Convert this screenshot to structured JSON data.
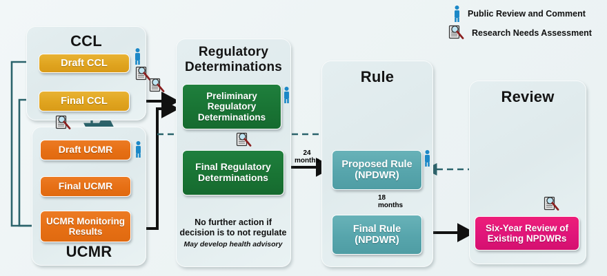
{
  "legend": {
    "items": [
      {
        "icon": "person-icon",
        "label": "Public Review and Comment"
      },
      {
        "icon": "research-document-icon",
        "label": "Research Needs Assessment"
      }
    ]
  },
  "panels": [
    {
      "id": "ccl",
      "title": "CCL",
      "title_pos": "top"
    },
    {
      "id": "ucmr",
      "title": "UCMR",
      "title_pos": "bottom"
    },
    {
      "id": "regdet",
      "title": "Regulatory\nDeterminations",
      "title_line1": "Regulatory",
      "title_line2": "Determinations",
      "title_pos": "top"
    },
    {
      "id": "rule",
      "title": "Rule",
      "title_pos": "top"
    },
    {
      "id": "review",
      "title": "Review",
      "title_pos": "top"
    }
  ],
  "boxes": {
    "draft_ccl": "Draft CCL",
    "final_ccl": "Final CCL",
    "draft_ucmr": "Draft UCMR",
    "final_ucmr": "Final UCMR",
    "ucmr_monitoring_l1": "UCMR Monitoring",
    "ucmr_monitoring_l2": "Results",
    "prelim_regdet_l1": "Preliminary",
    "prelim_regdet_l2": "Regulatory",
    "prelim_regdet_l3": "Determinations",
    "final_regdet_l1": "Final Regulatory",
    "final_regdet_l2": "Determinations",
    "proposed_rule_l1": "Proposed Rule",
    "proposed_rule_l2": "(NPDWR)",
    "final_rule_l1": "Final Rule",
    "final_rule_l2": "(NPDWR)",
    "six_year_l1": "Six-Year Review of",
    "six_year_l2": "Existing NPDWRs"
  },
  "notes": {
    "no_action_l1": "No further action if",
    "no_action_l2": "decision is to not regulate",
    "no_action_italic": "May develop health advisory"
  },
  "edge_labels": {
    "months_24_num": "24",
    "months_24_unit": "months",
    "months_18_num": "18",
    "months_18_unit": "months"
  },
  "colors": {
    "gold": "#E0A41F",
    "orange": "#E66F14",
    "green": "#197434",
    "teal": "#57A5AC",
    "magenta": "#E0157A",
    "panel": "#E1ECEE",
    "teal_wire": "#2A636B",
    "black_wire": "#111111",
    "person_icon": "#1C88C7",
    "background": "#EEF4F5"
  }
}
